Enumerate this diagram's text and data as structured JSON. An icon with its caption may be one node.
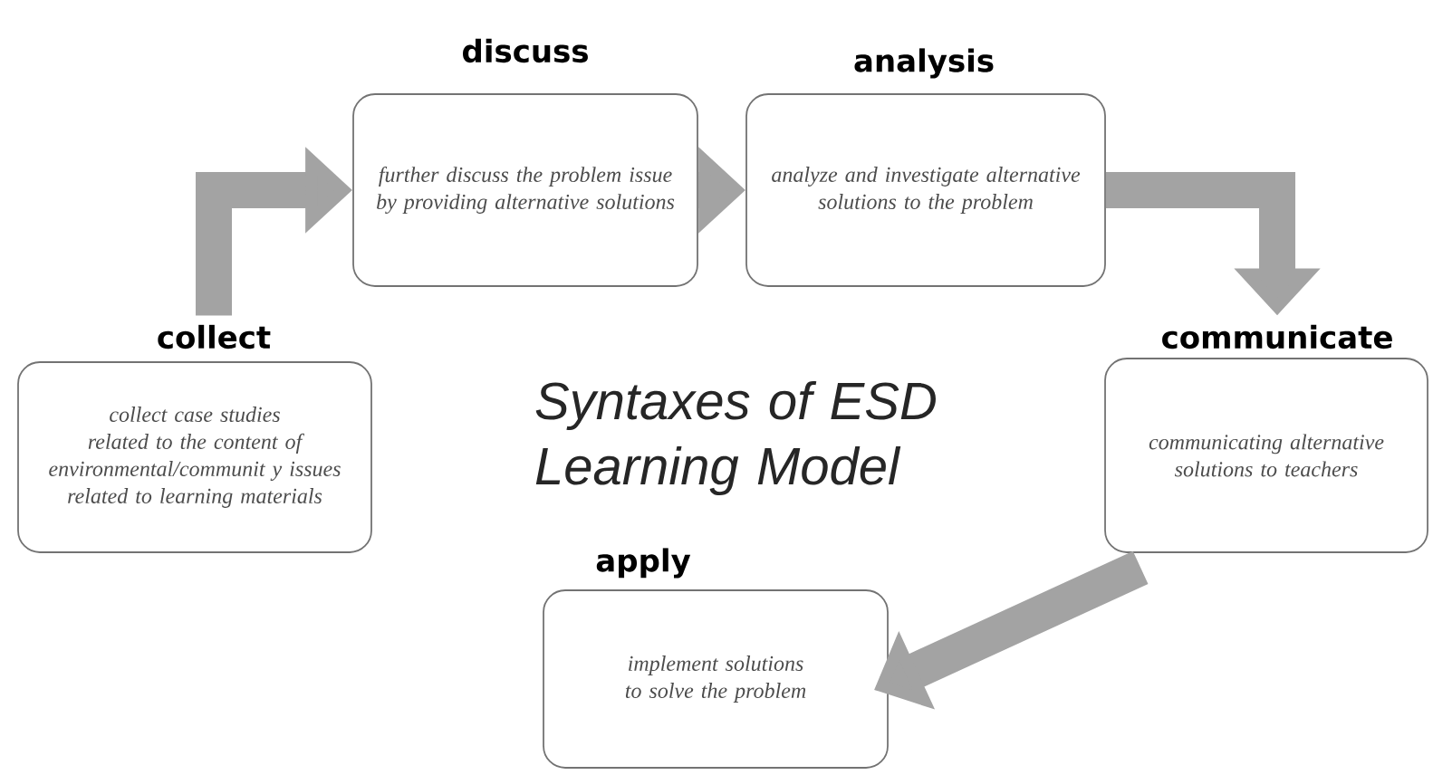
{
  "diagram": {
    "title": "Syntaxes of ESD Learning Model",
    "nodes": [
      {
        "text": [
          "collect",
          "collect case studies related to the content of environmental/communit y issues related to learning materials"
        ]
      },
      {
        "text": [
          "discuss",
          "further discuss the problem issue by providing alternative solutions"
        ]
      },
      {
        "text": [
          "analysis",
          "analyze and investigate alternative solutions to the problem"
        ]
      },
      {
        "text": [
          "communicate",
          "communicating alternative solutions to teachers"
        ]
      },
      {
        "text": [
          "apply",
          "implement solutions to solve the problem"
        ]
      }
    ],
    "edges": [
      {
        "from": 0,
        "to": 1,
        "arrow": "to"
      },
      {
        "from": 1,
        "to": 2,
        "arrow": "to"
      },
      {
        "from": 2,
        "to": 3,
        "arrow": "to"
      },
      {
        "from": 3,
        "to": 4,
        "arrow": "to"
      }
    ]
  }
}
